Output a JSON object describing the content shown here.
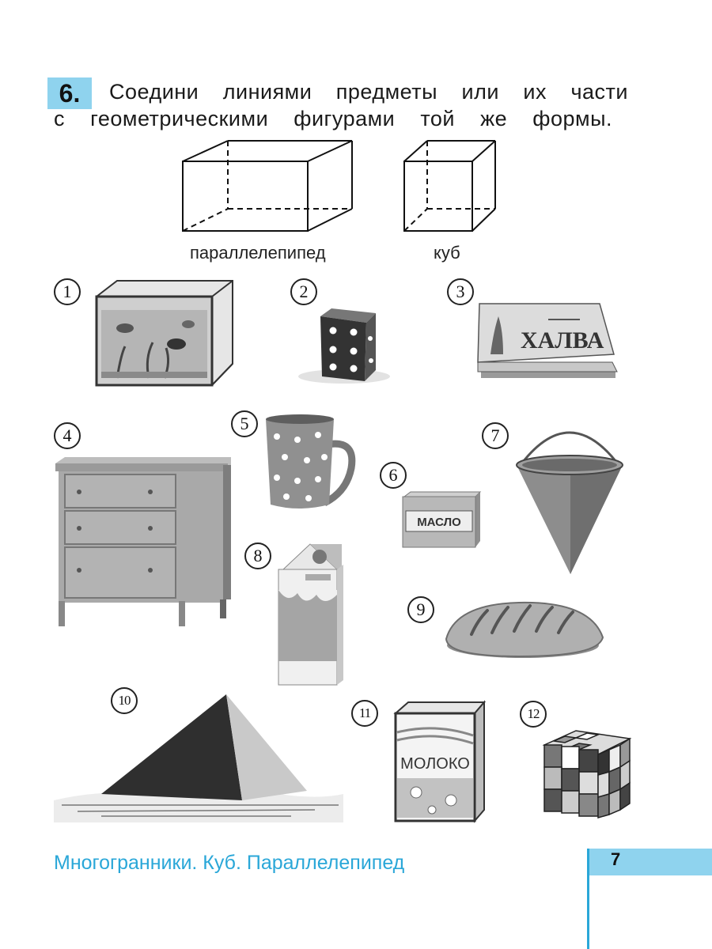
{
  "task": {
    "number": "6.",
    "line1": "Соедини линиями предметы или их части",
    "line2": "с геометрическими фигурами той же формы."
  },
  "shapes": {
    "parallelepiped": "параллелепипед",
    "cube": "куб"
  },
  "items": [
    {
      "number": "1",
      "depicts": "aquarium-icon"
    },
    {
      "number": "2",
      "depicts": "dice-icon"
    },
    {
      "number": "3",
      "depicts": "halva-box-icon",
      "label": "ХАЛВА"
    },
    {
      "number": "4",
      "depicts": "dresser-icon"
    },
    {
      "number": "5",
      "depicts": "mug-icon"
    },
    {
      "number": "6",
      "depicts": "butter-icon",
      "label": "МАСЛО"
    },
    {
      "number": "7",
      "depicts": "cone-bucket-icon"
    },
    {
      "number": "8",
      "depicts": "milk-carton-icon"
    },
    {
      "number": "9",
      "depicts": "bread-loaf-icon"
    },
    {
      "number": "10",
      "depicts": "pyramid-icon"
    },
    {
      "number": "11",
      "depicts": "milk-box-icon",
      "label": "МОЛОКО"
    },
    {
      "number": "12",
      "depicts": "rubiks-cube-icon"
    }
  ],
  "footer": {
    "title": "Многогранники. Куб. Параллелепипед",
    "page": "7"
  },
  "colors": {
    "accent": "#8fd3ee",
    "footer_text": "#2aa7d8"
  }
}
